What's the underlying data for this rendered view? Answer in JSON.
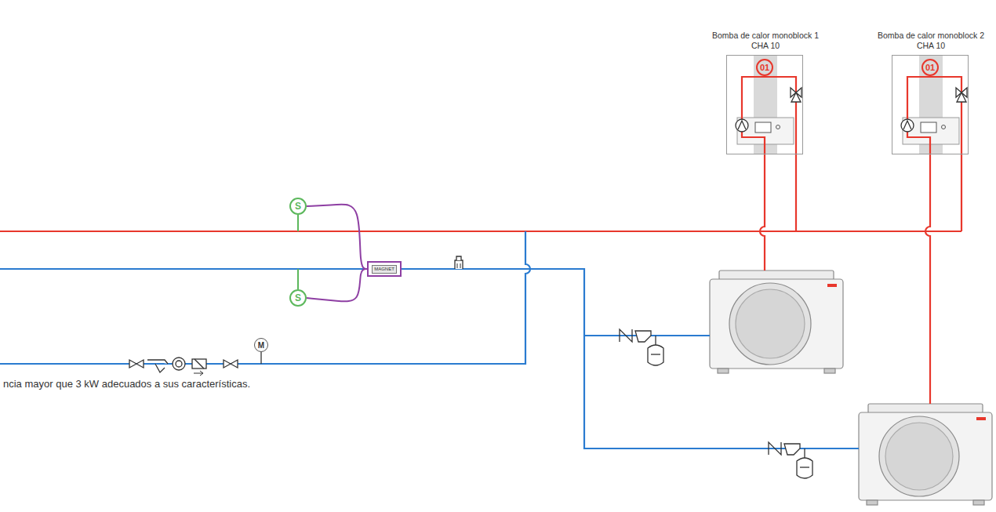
{
  "diagram": {
    "nodes": [
      {
        "text": [
          "Bomba de calor monoblock 1 CHA 10",
          "01"
        ]
      },
      {
        "text": [
          "Bomba de calor monoblock 2 CHA 10",
          "01"
        ]
      },
      {
        "text": [
          "S"
        ]
      },
      {
        "text": [
          "S"
        ]
      },
      {
        "text": [
          "MAGNET"
        ]
      },
      {
        "text": [
          "M"
        ]
      }
    ],
    "edges": [
      {
        "from": 2,
        "to": 4,
        "arrow": "none"
      },
      {
        "from": 3,
        "to": 4,
        "arrow": "none"
      }
    ],
    "labels": [
      "ncia mayor que 3 kW adecuados a sus características."
    ]
  }
}
